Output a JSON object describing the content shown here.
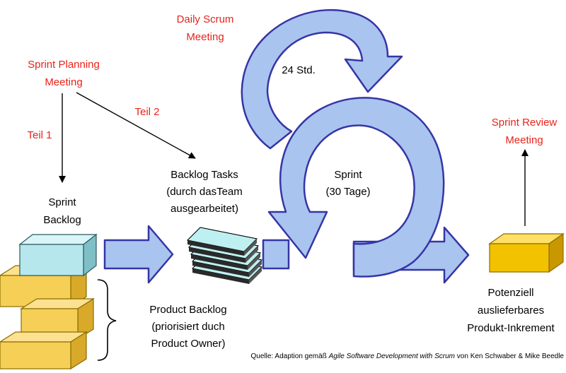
{
  "labels": {
    "daily_scrum": [
      "Daily Scrum",
      "Meeting"
    ],
    "hours": "24 Std.",
    "sprint_planning": [
      "Sprint Planning",
      "Meeting"
    ],
    "teil1": "Teil 1",
    "teil2": "Teil 2",
    "backlog_tasks": [
      "Backlog Tasks",
      "(durch dasTeam",
      "ausgearbeitet)"
    ],
    "sprint": [
      "Sprint",
      "(30 Tage)"
    ],
    "sprint_review": [
      "Sprint Review",
      "Meeting"
    ],
    "sprint_backlog": [
      "Sprint",
      "Backlog"
    ],
    "product_backlog": [
      "Product Backlog",
      "(priorisiert duch",
      "Product Owner)"
    ],
    "increment": [
      "Potenziell",
      "auslieferbares",
      "Produkt-Inkrement"
    ]
  },
  "source": {
    "prefix": "Quelle: Adaption gemäß ",
    "title": "Agile Software Development with Scrum",
    "suffix": " von Ken Schwaber & Mike Beedle"
  },
  "colors": {
    "meeting_text": "#e8231b",
    "body_text": "#000000",
    "arrow_fill": "#a9c4ef",
    "arrow_stroke": "#3535a6",
    "product_box": "#f6cf57",
    "sprint_box": "#b6e7ec",
    "task_card": "#bff0f1",
    "increment_box": "#f2c200"
  }
}
